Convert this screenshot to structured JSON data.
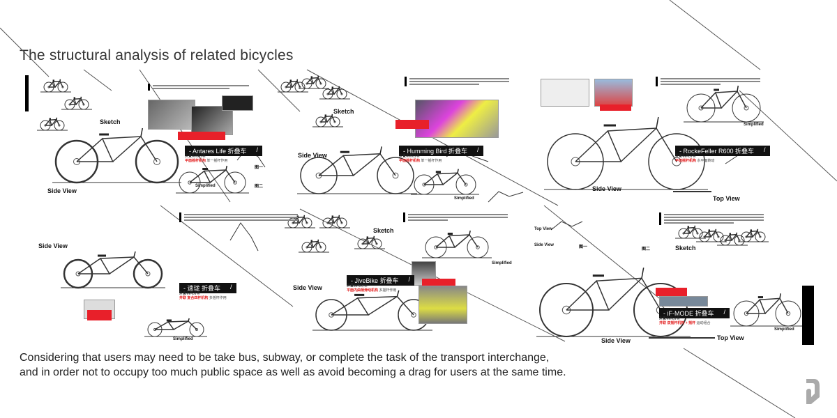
{
  "title": "The structural analysis of related bicycles",
  "caption": {
    "line1": "Considering that users may need to be take bus, subway, or complete the task of the transport interchange,",
    "line2": "and in order not to occupy too much public space  as well as avoid becoming a drag for users at the same time."
  },
  "view_labels": {
    "sketch": "Sketch",
    "side": "Side View",
    "top": "Top View",
    "simplified": "Simplified"
  },
  "panels": [
    {
      "name": "- Antares Life 折叠车",
      "slash": "/",
      "sub": "折叠机构分析",
      "red": "平面摇杆机构",
      "grey": "单一摇杆作用"
    },
    {
      "name": "- Humming Bird 折叠车",
      "slash": "/",
      "sub": "折叠机构分析",
      "red": "平面摇杆机构",
      "grey": "单一摇杆作用"
    },
    {
      "name": "- RockeFeller R600 折叠车",
      "slash": "/",
      "sub": "折叠机构分析",
      "red": "平面摇杆机构",
      "grey": "水平面转动"
    },
    {
      "name": "- 速珑 折叠车",
      "slash": "/",
      "sub": "折叠机构分析",
      "red": "并联 复合四杆机构",
      "grey": "多摇杆作用"
    },
    {
      "name": "- JiveBike 折叠车",
      "slash": "/",
      "sub": "折叠机构分析",
      "red": "平面内曲柄滑动机构",
      "grey": "多摇杆作用"
    },
    {
      "name": "- iF-MODE 折叠车",
      "slash": "/",
      "sub": "折叠机构分析",
      "red": "并联 双摇杆机构 + 摇杆",
      "grey": "运动组合"
    }
  ],
  "figure_labels": {
    "fig1": "图一",
    "fig2": "图二"
  },
  "colors": {
    "accent": "#e8202a",
    "label_bg": "#111111",
    "logo": "#aaaaaa"
  }
}
